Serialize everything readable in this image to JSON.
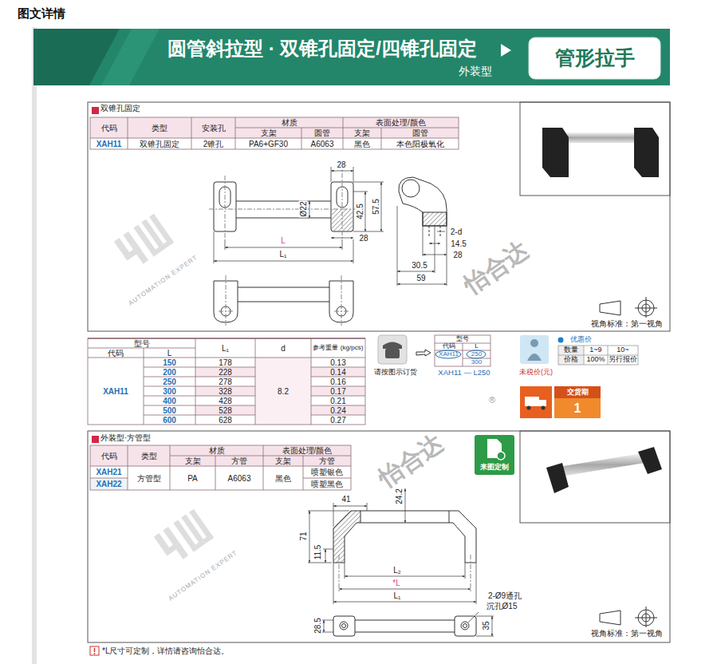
{
  "diagram": {
    "title": "图文详情",
    "nodes": [
      {
        "text": [
          "圆管斜拉型 · 双锥孔固定/四锥孔固定",
          "外装型"
        ]
      },
      {
        "text": [
          "管形拉手"
        ],
        "in": 0
      },
      {
        "text": [
          "双锥孔固定"
        ]
      },
      {
        "text": [
          "交货期",
          "1"
        ]
      },
      {
        "text": [
          "外装型·方管型"
        ]
      },
      {
        "text": [
          "来图定制"
        ],
        "in": 4
      }
    ],
    "labels": [
      "代码",
      "类型",
      "安装孔",
      "材质",
      "表面处理/颜色",
      "支架",
      "圆管",
      "支架",
      "圆管",
      "XAH11",
      "双锥孔固定",
      "2锥孔",
      "PA6+GF30",
      "A6063",
      "黑色",
      "本色阳极氧化",
      "28",
      "Ø22",
      "42.5",
      "57.5",
      "28",
      "L",
      "L₁",
      "2-d",
      "14.5",
      "28",
      "30.5",
      "59",
      "视角标准：第一视角",
      "型号",
      "代码",
      "L",
      "L₁",
      "d",
      "参考重量 (kg/pcs)",
      "XAH11",
      "150",
      "200",
      "250",
      "300",
      "400",
      "500",
      "600",
      "178",
      "228",
      "278",
      "328",
      "428",
      "528",
      "628",
      "8.2",
      "0.13",
      "0.14",
      "0.16",
      "0.17",
      "0.21",
      "0.24",
      "0.27",
      "请按图示订货",
      "型号",
      "代码",
      "L",
      "XAH11",
      "250",
      "300",
      "XAH11 — L250",
      "未税价(元)",
      "优惠价",
      "数量",
      "1~9",
      "10~",
      "价格",
      "100%",
      "另行报价",
      "®",
      "怡合达",
      "AUTOMATION EXPERT",
      "怡合达",
      "AUTOMATION EXPERT",
      "代码",
      "类型",
      "材质",
      "表面处理/颜色",
      "支架",
      "方管",
      "支架",
      "方管",
      "XAH21",
      "XAH22",
      "方管型",
      "PA",
      "A6063",
      "黑色",
      "喷塑银色",
      "喷塑黑色",
      "41",
      "24.2",
      "71",
      "11.5",
      "L₂",
      "*L",
      "L₁",
      "28.5",
      "2-Ø9通孔",
      "沉孔Ø15",
      "35",
      "视角标准：第一视角",
      "*L尺寸可定制，详情请咨询怡合达。"
    ]
  }
}
